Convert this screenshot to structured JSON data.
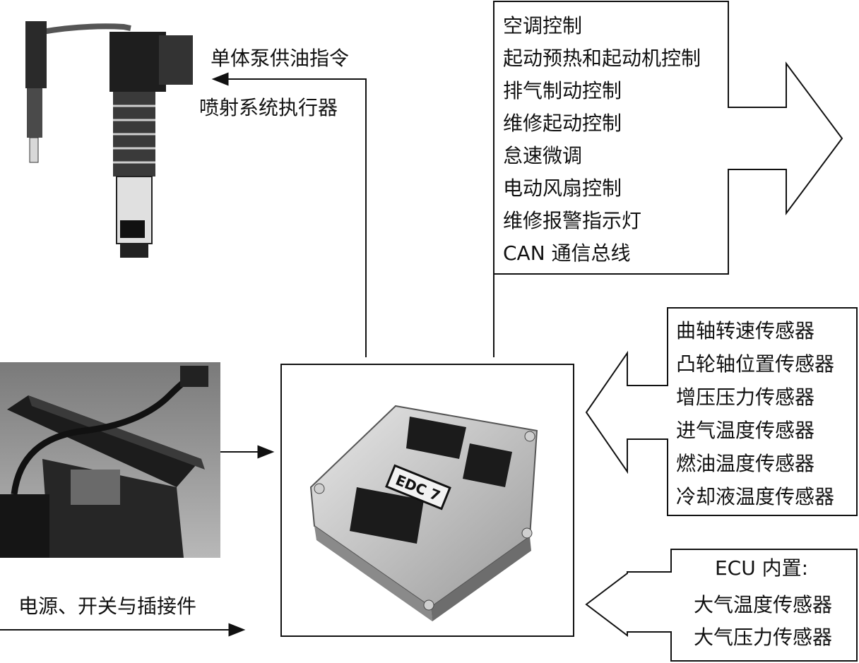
{
  "injector_label_top": "单体泵供油指令",
  "injector_label_bottom": "喷射系统执行器",
  "power_label": "电源、开关与插接件",
  "ecu_badge": "EDC 7",
  "outputs": {
    "items": [
      "空调控制",
      "起动预热和起动机控制",
      "排气制动控制",
      "维修起动控制",
      "怠速微调",
      "电动风扇控制",
      "维修报警指示灯",
      "CAN 通信总线"
    ]
  },
  "sensors": {
    "items": [
      "曲轴转速传感器",
      "凸轮轴位置传感器",
      "增压压力传感器",
      "进气温度传感器",
      "燃油温度传感器",
      "冷却液温度传感器"
    ]
  },
  "internal": {
    "header": "ECU 内置:",
    "items": [
      "大气温度传感器",
      "大气压力传感器"
    ]
  }
}
